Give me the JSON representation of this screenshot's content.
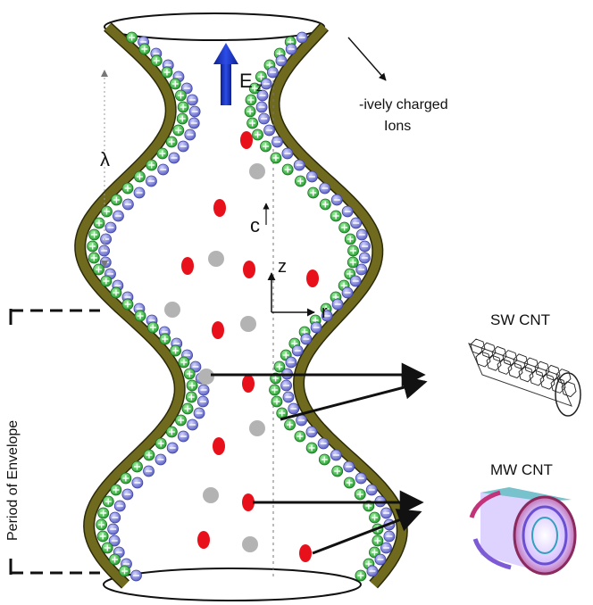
{
  "labels": {
    "field": "E",
    "field_sub": "z",
    "ions": "-ively charged",
    "ions_line2": "Ions",
    "wavelength": "λ",
    "speed": "c",
    "axis_z": "z",
    "axis_r": "r",
    "sw": "SW CNT",
    "mw": "MW CNT",
    "envelope": "Period of Envelope"
  },
  "colors": {
    "wall": "#6f6a1e",
    "positive_ion": "#2fbf3a",
    "negative_ion": "#7b7fd6",
    "red_particle": "#e8101a",
    "grey_particle": "#b3b3b3",
    "field_arrow": "#1a33c8"
  },
  "icons": {
    "positive_ion": "circle-plus-icon",
    "negative_ion": "circle-minus-icon"
  }
}
